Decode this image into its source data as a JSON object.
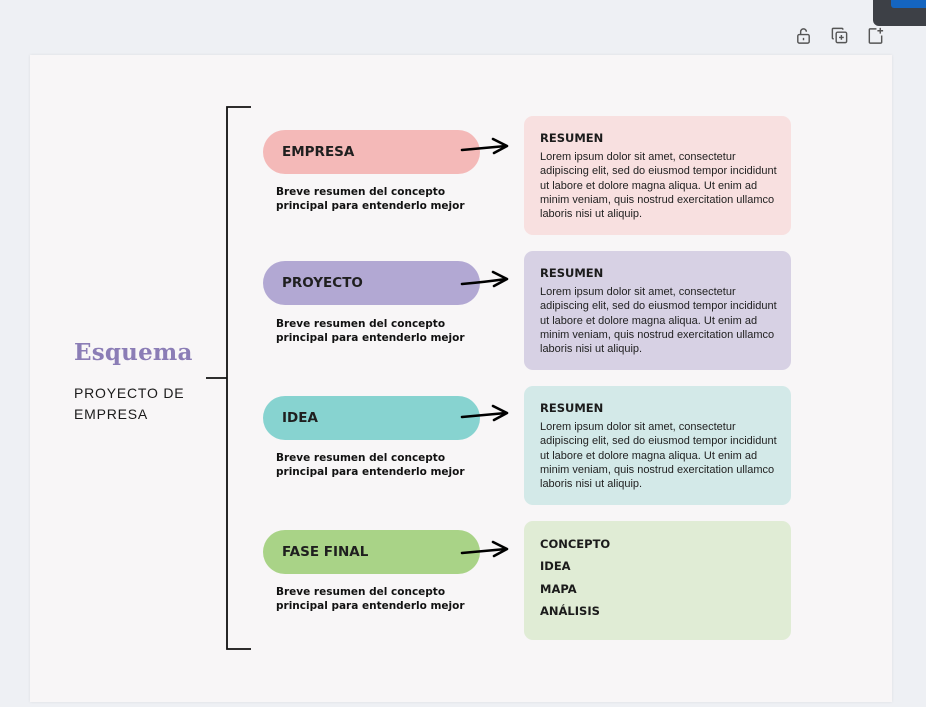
{
  "toolbar": {
    "icons": [
      "unlock-icon",
      "duplicate-icon",
      "add-page-icon"
    ]
  },
  "colors": {
    "title": "#8b7db6",
    "empresa": "#f4b9b8",
    "empresa_card": "#f8e0e0",
    "proyecto": "#b2a8d3",
    "proyecto_card": "#d7d1e4",
    "idea": "#87d3d0",
    "idea_card": "#d3e9e8",
    "fase_final": "#a9d387",
    "fase_final_card": "#e0ecd5"
  },
  "slide": {
    "title": "Esquema",
    "subtitle": "PROYECTO DE EMPRESA",
    "sections": [
      {
        "label": "EMPRESA",
        "description": "Breve resumen del concepto principal para entenderlo mejor",
        "card_title": "RESUMEN",
        "card_body": "Lorem ipsum dolor sit amet, consectetur adipiscing elit, sed do eiusmod tempor incididunt ut labore et dolore magna aliqua. Ut enim ad minim veniam, quis nostrud exercitation ullamco laboris nisi ut aliquip."
      },
      {
        "label": "PROYECTO",
        "description": "Breve resumen del concepto principal para entenderlo mejor",
        "card_title": "RESUMEN",
        "card_body": "Lorem ipsum dolor sit amet, consectetur adipiscing elit, sed do eiusmod tempor incididunt ut labore et dolore magna aliqua. Ut enim ad minim veniam, quis nostrud exercitation ullamco laboris nisi ut aliquip."
      },
      {
        "label": "IDEA",
        "description": "Breve resumen del concepto principal para entenderlo mejor",
        "card_title": "RESUMEN",
        "card_body": "Lorem ipsum dolor sit amet, consectetur adipiscing elit, sed do eiusmod tempor incididunt ut labore et dolore magna aliqua. Ut enim ad minim veniam, quis nostrud exercitation ullamco laboris nisi ut aliquip."
      },
      {
        "label": "FASE FINAL",
        "description": "Breve resumen del concepto principal para entenderlo mejor",
        "card_list": [
          "CONCEPTO",
          "IDEA",
          "MAPA",
          "ANÁLISIS"
        ]
      }
    ]
  }
}
